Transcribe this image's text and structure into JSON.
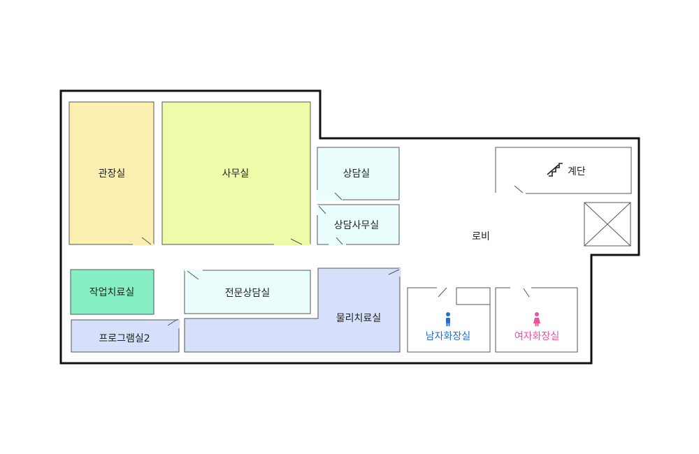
{
  "colors": {
    "storage": "#FBF0B0",
    "office": "#EEFCAA",
    "counsel": "#EAFEFD",
    "therapy": "#86EEC3",
    "program": "#D6E0FA",
    "physical": "#D6E0FA",
    "wall": "#111111",
    "men": "#1E6FD0",
    "women": "#F0509C"
  },
  "rooms": {
    "storage": "관장실",
    "office": "사무실",
    "counsel": "상담실",
    "counsel_office": "상담사무실",
    "lobby": "로비",
    "stairs": "계단",
    "occupational_therapy": "작업치료실",
    "expert_counsel": "전문상담실",
    "program2": "프로그램실2",
    "physical_therapy": "물리치료실",
    "men_restroom": "남자화장실",
    "women_restroom": "여자화장실"
  },
  "icons": {
    "stairs": "stairs-icon",
    "elevator": "elevator-shaft",
    "men": "man-icon",
    "women": "woman-icon"
  }
}
